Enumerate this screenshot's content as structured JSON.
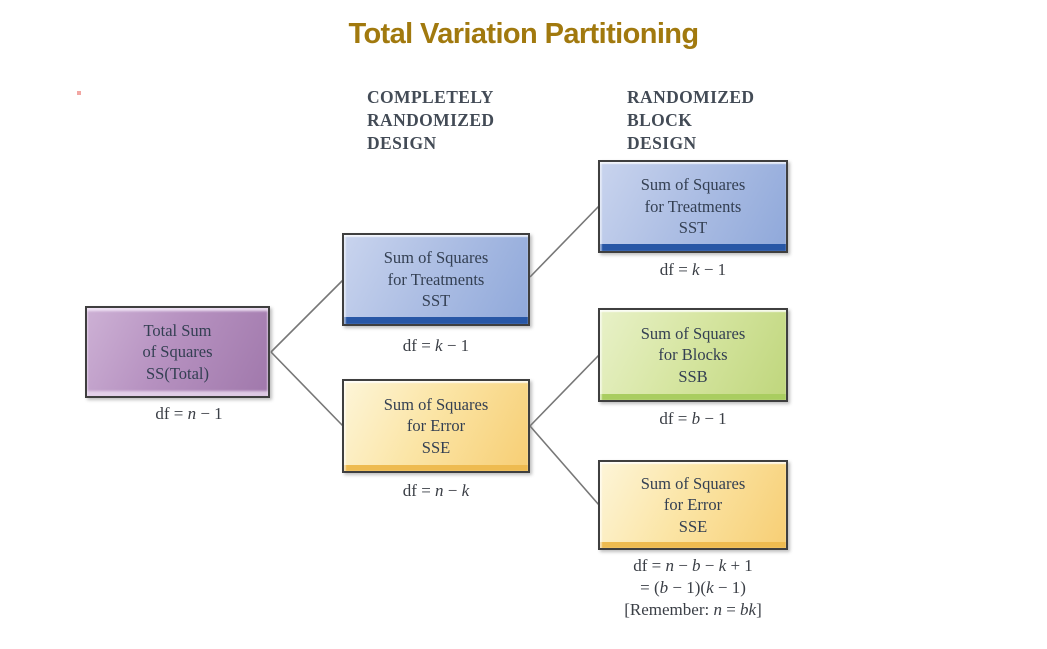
{
  "page": {
    "title": "Total Variation Partitioning",
    "title_color": "#A1790E",
    "background_color": "#FFFFFF",
    "connector_color": "#777777",
    "border_color": "#3F3F3F"
  },
  "column_headers": {
    "completely_randomized": "COMPLETELY\nRANDOMIZED\nDESIGN",
    "randomized_block": "RANDOMIZED\nBLOCK\nDESIGN"
  },
  "math_vars": [
    "bk",
    "n",
    "b",
    "k"
  ],
  "nodes": {
    "total": {
      "label": "Total Sum\nof Squares\nSS(Total)",
      "df": "df = n − 1",
      "fill": "#AF87B8"
    },
    "crd_sst": {
      "label": "Sum of Squares\nfor Treatments\nSST",
      "df": "df = k − 1",
      "fill": "#A9BCE3"
    },
    "crd_sse": {
      "label": "Sum of Squares\nfor Error\nSSE",
      "df": "df = n − k",
      "fill": "#FAE3A2"
    },
    "rbd_sst": {
      "label": "Sum of Squares\nfor Treatments\nSST",
      "df": "df = k − 1",
      "fill": "#A9BCE3"
    },
    "rbd_ssb": {
      "label": "Sum of Squares\nfor Blocks\nSSB",
      "df": "df = b − 1",
      "fill": "#D5E5A0"
    },
    "rbd_sse": {
      "label": "Sum of Squares\nfor Error\nSSE",
      "fill": "#FAE3A2",
      "df_lines": [
        "df = n − b − k + 1",
        "= (b − 1)(k − 1)",
        "[Remember: n = bk]"
      ]
    }
  }
}
